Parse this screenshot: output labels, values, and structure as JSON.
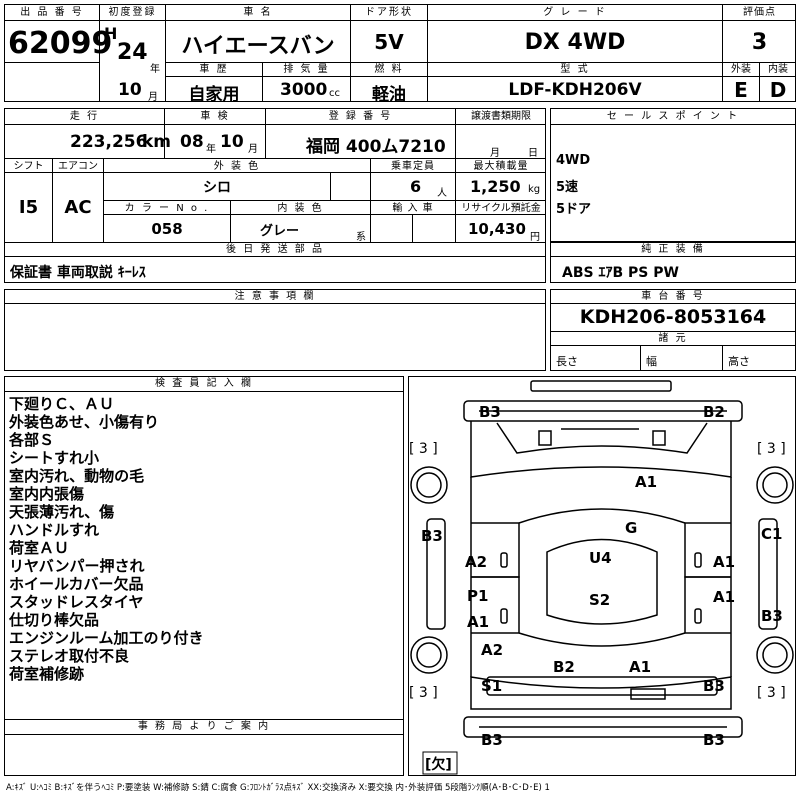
{
  "header": {
    "lot_label": "出 品 番 号",
    "lot": "62099",
    "first_reg_label": "初度登録",
    "era": "H",
    "year": "24",
    "year_unit": "年",
    "month": "10",
    "month_unit": "月",
    "car_name_label": "車 名",
    "car_name": "ハイエースバン",
    "door_label": "ドア形状",
    "door": "5V",
    "grade_label": "グ レ ー ド",
    "grade": "DX 4WD",
    "score_label": "評価点",
    "score": "3",
    "history_label": "車 歴",
    "history": "自家用",
    "displacement_label": "排 気 量",
    "displacement": "3000",
    "cc": "cc",
    "fuel_label": "燃 料",
    "fuel": "軽油",
    "model_label": "型 式",
    "model": "LDF-KDH206V",
    "ext_label": "外装",
    "ext_grade": "E",
    "int_label": "内装",
    "int_grade": "D"
  },
  "row2": {
    "mileage_label": "走 行",
    "mileage": "223,256",
    "km": "km",
    "inspection_label": "車 検",
    "insp_year": "08",
    "insp_year_unit": "年",
    "insp_month": "10",
    "insp_month_unit": "月",
    "plate_label": "登 録 番 号",
    "plate": "福岡 400ム7210",
    "deadline_label": "譲渡書類期限",
    "deadline_month": "月",
    "deadline_day": "日",
    "sales_label": "セ ー ル ス ポ イ ン ト",
    "sales_points": [
      "4WD",
      "5速",
      "5ドア"
    ],
    "shift_label": "シフト",
    "shift": "I5",
    "ac_label": "エアコン",
    "ac": "AC",
    "color_label": "外 装 色",
    "color": "シロ",
    "capacity_label": "乗車定員",
    "capacity": "6",
    "capacity_unit": "人",
    "load_label": "最大積載量",
    "load": "1,250",
    "load_unit": "kg",
    "color_no_label": "カ ラ ー N o .",
    "color_no": "058",
    "interior_color_label": "内 装 色",
    "interior_color": "グレー",
    "interior_color_unit": "系",
    "import_label": "輸 入 車",
    "recycle_label": "リサイクル預託金",
    "recycle": "10,430",
    "recycle_unit": "円",
    "later_parts_label": "後 日 発 送 部 品",
    "later_parts": "保証書 車両取説 ｷｰﾚｽ",
    "equipment_label": "純 正 装 備",
    "equipment": "ABS ｴｱB PS PW"
  },
  "row3": {
    "notes_label": "注 意 事 項 欄",
    "chassis_label": "車 台 番 号",
    "chassis": "KDH206-8053164",
    "specs_label": "諸 元",
    "length_label": "長さ",
    "width_label": "幅",
    "height_label": "高さ"
  },
  "inspector": {
    "label": "検 査 員 記 入 欄",
    "notes": [
      "下廻りＣ、ＡＵ",
      "外装色あせ、小傷有り",
      "各部Ｓ",
      "シートすれ小",
      "室内汚れ、動物の毛",
      "室内内張傷",
      "天張薄汚れ、傷",
      "ハンドルすれ",
      "荷室ＡＵ",
      "リヤバンパー押され",
      "ホイールカバー欠品",
      "スタッドレスタイヤ",
      "仕切り棒欠品",
      "エンジンルーム加工のり付き",
      "ステレオ取付不良",
      "荷室補修跡"
    ],
    "office_label": "事 務 局 よ り ご 案 内"
  },
  "diagram": {
    "marks": [
      "B3",
      "B2",
      "A1",
      "G",
      "B3",
      "C1",
      "A2",
      "U4",
      "A1",
      "P1",
      "A1",
      "S2",
      "A1",
      "B3",
      "A2",
      "B2",
      "A1",
      "S1",
      "B3",
      "B3",
      "B3"
    ],
    "tires": [
      "[ 3 ]",
      "[ 3 ]",
      "[ 3 ]",
      "[ 3 ]"
    ],
    "spare": "[欠]"
  },
  "legend": "A:ｷｽﾞ U:ﾍｺﾐ B:ｷｽﾞを伴うﾍｺﾐ P:要塗装 W:補修跡 S:錆 C:腐食 G:ﾌﾛﾝﾄｶﾞﾗｽ点ｷｽﾞ XX:交換済み X:要交換 内･外装評価 5段階ﾗﾝｸ順(A･B･C･D･E) 1"
}
